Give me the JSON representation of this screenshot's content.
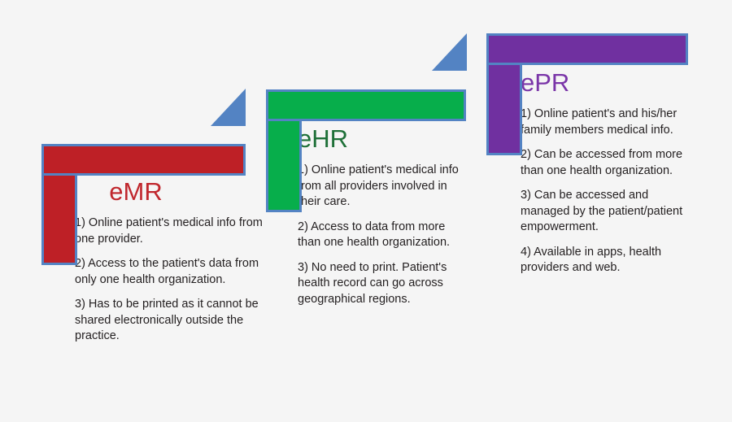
{
  "diagram": {
    "title": "eMR vs eHR vs ePR comparison",
    "background_color": "#f5f5f5",
    "outline_color": "#5383c3",
    "connector_color": "#5383c3",
    "text_color": "#231f20"
  },
  "stages": [
    {
      "id": "emr",
      "heading": "eMR",
      "heading_color": "#c0272d",
      "bracket_color": "#be2026",
      "bullets": [
        "1) Online patient's medical info from one provider.",
        "2) Access to the patient's data from only one health organization.",
        "3) Has to be printed as it cannot be shared electronically outside the practice."
      ]
    },
    {
      "id": "ehr",
      "heading": "eHR",
      "heading_color": "#1e7038",
      "bracket_color": "#07ae4b",
      "bullets": [
        "1) Online patient's medical info from all providers involved in their care.",
        "2) Access to data from more than one health organization.",
        "3) No need to print. Patient's health record can go across geographical regions."
      ]
    },
    {
      "id": "epr",
      "heading": "ePR",
      "heading_color": "#7a35a8",
      "bracket_color": "#7030a0",
      "bullets": [
        "1) Online patient's and his/her family members medical info.",
        "2) Can be accessed from more than one health organization.",
        "3) Can be accessed and managed by the patient/patient empowerment.",
        "4) Available in apps, health providers and web."
      ]
    }
  ],
  "connectors": [
    {
      "id": "emr-to-ehr",
      "icon": "triangle-up-right-icon"
    },
    {
      "id": "ehr-to-epr",
      "icon": "triangle-up-right-icon"
    }
  ]
}
